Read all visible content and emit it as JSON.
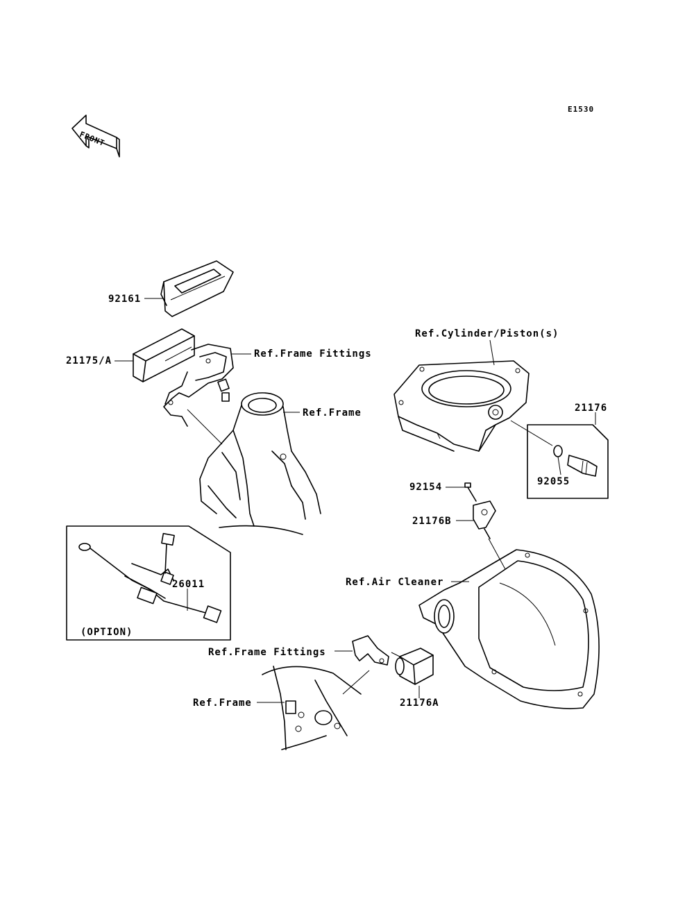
{
  "diagram_code": "E1530",
  "front_label": "FRONT",
  "labels": {
    "p92161": "92161",
    "p21175a": "21175/A",
    "ref_frame_fittings_top": "Ref.Frame Fittings",
    "ref_frame_top": "Ref.Frame",
    "ref_cylinder": "Ref.Cylinder/Piston(s)",
    "p21176": "21176",
    "p92055": "92055",
    "p92154": "92154",
    "p21176b": "21176B",
    "ref_air_cleaner": "Ref.Air Cleaner",
    "p26011": "26011",
    "option": "(OPTION)",
    "ref_frame_fittings_bottom": "Ref.Frame Fittings",
    "ref_frame_bottom": "Ref.Frame",
    "p21176a": "21176A"
  }
}
